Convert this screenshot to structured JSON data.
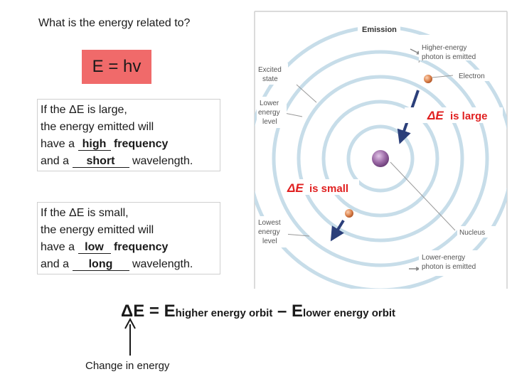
{
  "question": "What is the energy related to?",
  "formula": "E = hv",
  "box_large": {
    "line1": "If the ΔE is large,",
    "line2": "the energy emitted will",
    "line3_pre": "have a",
    "line3_blank": "high",
    "line3_post": "frequency",
    "line4_pre": "and a",
    "line4_blank": "short",
    "line4_post": "wavelength."
  },
  "box_small": {
    "line1": "If the ΔE is small,",
    "line2": "the energy emitted will",
    "line3_pre": "have a",
    "line3_blank": "low",
    "line3_post": "frequency",
    "line4_pre": "and a",
    "line4_blank": "long",
    "line4_post": "wavelength."
  },
  "diagram": {
    "title": "Emission",
    "excited_state": [
      "Excited",
      "state"
    ],
    "lower_energy_level": [
      "Lower",
      "energy",
      "level"
    ],
    "lowest_energy_level": [
      "Lowest",
      "energy",
      "level"
    ],
    "higher_photon": [
      "Higher-energy",
      "photon is emitted"
    ],
    "lower_photon": [
      "Lower-energy",
      "photon is emitted"
    ],
    "electron": "Electron",
    "nucleus": "Nucleus",
    "delta_large": "ΔE",
    "delta_large_text": "is large",
    "delta_small": "ΔE",
    "delta_small_text": "is small"
  },
  "equation": {
    "lhs": "ΔE = E",
    "sub1": "higher energy orbit",
    "minus": " – E",
    "sub2": "lower energy orbit"
  },
  "change_label": "Change in energy",
  "colors": {
    "highlight_red": "#f06a6a",
    "delta_red": "#e02020",
    "orbit_blue": "#c7dde9",
    "nucleus_purple": "#9c6aa6",
    "electron_orange": "#e08a55",
    "arrow_navy": "#2b3f7a"
  }
}
